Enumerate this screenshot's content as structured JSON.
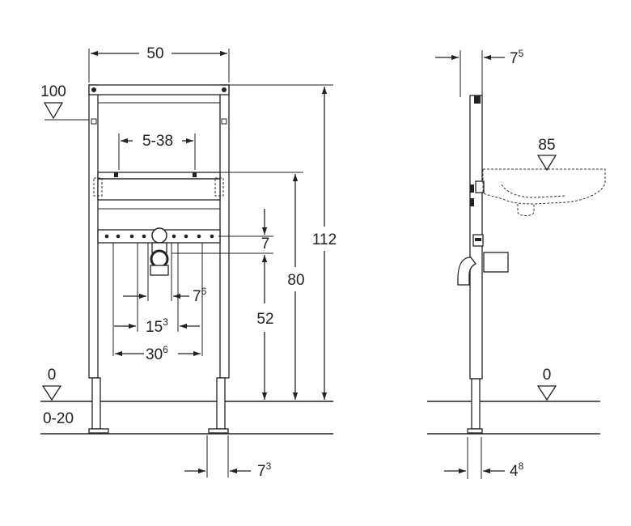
{
  "front_view": {
    "width": "50",
    "top_level": "100",
    "bracket_spacing": "5-38",
    "gap_7": "7",
    "height_80": "80",
    "height_112": "112",
    "height_52": "52",
    "spacing_76": {
      "base": "7",
      "sup": "6"
    },
    "spacing_153": {
      "base": "15",
      "sup": "3"
    },
    "spacing_306": {
      "base": "30",
      "sup": "6"
    },
    "floor_level": "0",
    "floor_range": "0-20",
    "foot_width": {
      "base": "7",
      "sup": "3"
    }
  },
  "side_view": {
    "depth_75": {
      "base": "7",
      "sup": "5"
    },
    "basin_level": "85",
    "floor_level": "0",
    "foot_depth": {
      "base": "4",
      "sup": "8"
    }
  }
}
